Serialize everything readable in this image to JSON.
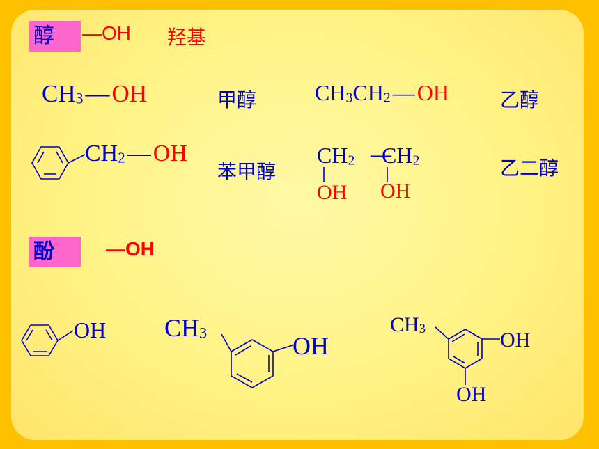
{
  "alcohol": {
    "tag": "醇",
    "group": "—OH",
    "group_name": "羟基"
  },
  "alcohol_examples": {
    "methanol": {
      "ch3": "CH",
      "ch3_sub": "3",
      "oh": "OH",
      "name": "甲醇"
    },
    "ethanol": {
      "ch3": "CH",
      "ch3_sub": "3",
      "ch2": "CH",
      "ch2_sub": "2",
      "oh": "OH",
      "name": "乙醇"
    },
    "benzyl_alcohol": {
      "ch2": "CH",
      "ch2_sub": "2",
      "oh": "OH",
      "name": "苯甲醇"
    },
    "ethylene_glycol": {
      "ch2a": "CH",
      "ch2a_sub": "2",
      "ch2b": "CH",
      "ch2b_sub": "2",
      "oh1": "OH",
      "oh2": "OH",
      "name": "乙二醇"
    }
  },
  "phenol": {
    "tag": "酚",
    "group": "—OH"
  },
  "phenol_examples": {
    "phenol": {
      "oh": "OH"
    },
    "m_cresol": {
      "ch3": "CH",
      "ch3_sub": "3",
      "oh": "OH"
    },
    "orcinol": {
      "ch3": "CH",
      "ch3_sub": "3",
      "oh1": "OH",
      "oh2": "OH"
    }
  },
  "colors": {
    "background": "#ffc000",
    "panel": "#fff385",
    "tag_bg": "#ff66cc",
    "text_blue": "#0000cc",
    "text_red": "#ff0000"
  }
}
